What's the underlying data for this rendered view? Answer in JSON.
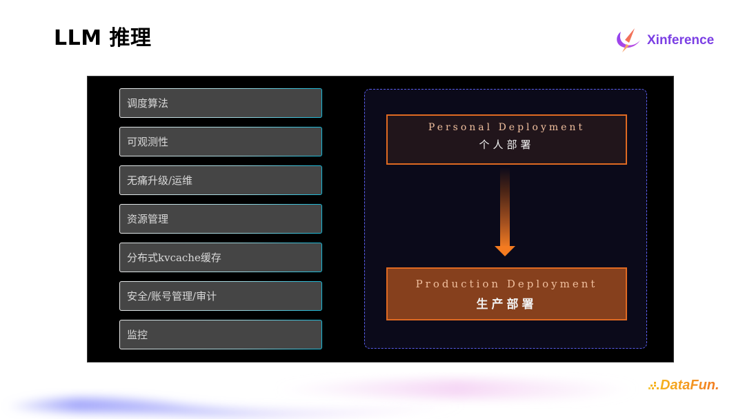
{
  "header": {
    "title": "LLM 推理",
    "brand": {
      "name": "Xinference",
      "icon": "xinference-logo-icon",
      "color": "#7b3fe4"
    }
  },
  "features": {
    "items": [
      {
        "label": "调度算法"
      },
      {
        "label": "可观测性"
      },
      {
        "label": "无痛升级/运维"
      },
      {
        "label": "资源管理"
      },
      {
        "label": "分布式kvcache缓存"
      },
      {
        "label": "安全/账号管理/审计"
      },
      {
        "label": "监控"
      }
    ]
  },
  "deployment": {
    "border_color": "#5b5ff0",
    "personal": {
      "title_en": "Personal Deployment",
      "title_zh": "个人部署"
    },
    "arrow": {
      "icon": "arrow-down-icon",
      "color": "#f47b20"
    },
    "production": {
      "title_en": "Production Deployment",
      "title_zh": "生产部署"
    }
  },
  "footer": {
    "logo": {
      "name": "DataFun.",
      "icon": "datafun-logo-icon"
    }
  }
}
